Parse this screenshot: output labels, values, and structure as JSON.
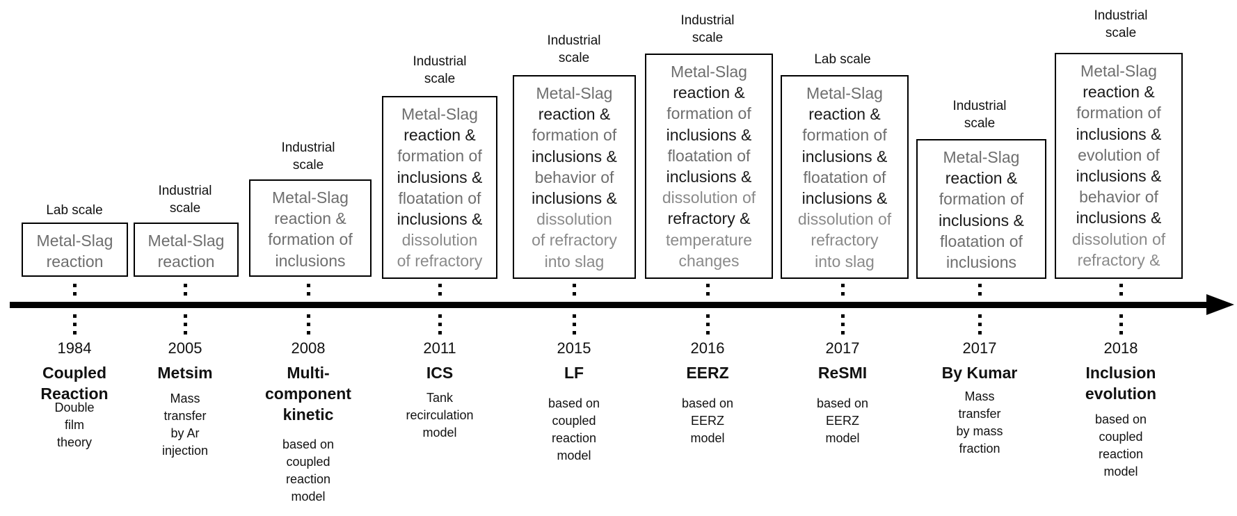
{
  "timeline": [
    {
      "scale": "Lab scale",
      "box": [
        {
          "text": "Metal-Slag",
          "tone": "mid"
        },
        {
          "text": "reaction",
          "tone": "mid"
        }
      ],
      "year": "1984",
      "name": "Coupled\nReaction",
      "desc": "Double\nfilm\ntheory"
    },
    {
      "scale": "Industrial\nscale",
      "box": [
        {
          "text": "Metal-Slag",
          "tone": "mid"
        },
        {
          "text": "reaction",
          "tone": "mid"
        }
      ],
      "year": "2005",
      "name": "Metsim",
      "desc": "Mass\ntransfer\nby Ar\ninjection"
    },
    {
      "scale": "Industrial\nscale",
      "box": [
        {
          "text": "Metal-Slag",
          "tone": "mid"
        },
        {
          "text": "reaction &",
          "tone": "mid"
        },
        {
          "text": "formation of",
          "tone": "mid"
        },
        {
          "text": "inclusions",
          "tone": "mid"
        }
      ],
      "year": "2008",
      "name": "Multi-\ncomponent\nkinetic",
      "desc": "based on\ncoupled\nreaction\nmodel"
    },
    {
      "scale": "Industrial\nscale",
      "box": [
        {
          "text": "Metal-Slag",
          "tone": "mid"
        },
        {
          "text": "reaction &",
          "tone": "dark"
        },
        {
          "text": "formation of",
          "tone": "mid"
        },
        {
          "text": "inclusions &",
          "tone": "dark"
        },
        {
          "text": "floatation of",
          "tone": "mid"
        },
        {
          "text": "inclusions &",
          "tone": "dark"
        },
        {
          "text": "dissolution",
          "tone": "grey"
        },
        {
          "text": "of refractory",
          "tone": "grey"
        }
      ],
      "year": "2011",
      "name": "ICS",
      "desc": "Tank\nrecirculation\nmodel"
    },
    {
      "scale": "Industrial\nscale",
      "box": [
        {
          "text": "Metal-Slag",
          "tone": "mid"
        },
        {
          "text": "reaction &",
          "tone": "dark"
        },
        {
          "text": "formation of",
          "tone": "mid"
        },
        {
          "text": "inclusions &",
          "tone": "dark"
        },
        {
          "text": "behavior of",
          "tone": "mid"
        },
        {
          "text": "inclusions &",
          "tone": "dark"
        },
        {
          "text": "dissolution",
          "tone": "grey"
        },
        {
          "text": "of refractory",
          "tone": "grey"
        },
        {
          "text": "into slag",
          "tone": "grey"
        }
      ],
      "year": "2015",
      "name": "LF",
      "desc": "based on\ncoupled\nreaction\nmodel"
    },
    {
      "scale": "Industrial\nscale",
      "box": [
        {
          "text": "Metal-Slag",
          "tone": "mid"
        },
        {
          "text": "reaction &",
          "tone": "dark"
        },
        {
          "text": "formation of",
          "tone": "mid"
        },
        {
          "text": "inclusions &",
          "tone": "dark"
        },
        {
          "text": "floatation of",
          "tone": "mid"
        },
        {
          "text": "inclusions &",
          "tone": "dark"
        },
        {
          "text": "dissolution of",
          "tone": "grey"
        },
        {
          "text": "refractory &",
          "tone": "dark"
        },
        {
          "text": "temperature",
          "tone": "grey"
        },
        {
          "text": "changes",
          "tone": "grey"
        }
      ],
      "year": "2016",
      "name": "EERZ",
      "desc": "based on\nEERZ\nmodel"
    },
    {
      "scale": "Lab scale",
      "box": [
        {
          "text": "Metal-Slag",
          "tone": "mid"
        },
        {
          "text": "reaction &",
          "tone": "dark"
        },
        {
          "text": "formation of",
          "tone": "mid"
        },
        {
          "text": "inclusions &",
          "tone": "dark"
        },
        {
          "text": "floatation of",
          "tone": "mid"
        },
        {
          "text": "inclusions &",
          "tone": "dark"
        },
        {
          "text": "dissolution of",
          "tone": "grey"
        },
        {
          "text": "refractory",
          "tone": "grey"
        },
        {
          "text": "into slag",
          "tone": "grey"
        }
      ],
      "year": "2017",
      "name": "ReSMI",
      "desc": "based on\nEERZ\nmodel"
    },
    {
      "scale": "Industrial\nscale",
      "box": [
        {
          "text": "Metal-Slag",
          "tone": "mid"
        },
        {
          "text": "reaction &",
          "tone": "dark"
        },
        {
          "text": "formation of",
          "tone": "mid"
        },
        {
          "text": "inclusions &",
          "tone": "dark"
        },
        {
          "text": "floatation of",
          "tone": "mid"
        },
        {
          "text": "inclusions",
          "tone": "mid"
        }
      ],
      "year": "2017",
      "name": "By Kumar",
      "desc": "Mass\ntransfer\nby mass\nfraction"
    },
    {
      "scale": "Industrial\nscale",
      "box": [
        {
          "text": "Metal-Slag",
          "tone": "mid"
        },
        {
          "text": "reaction &",
          "tone": "dark"
        },
        {
          "text": "formation of",
          "tone": "mid"
        },
        {
          "text": "inclusions &",
          "tone": "dark"
        },
        {
          "text": "evolution of",
          "tone": "mid"
        },
        {
          "text": "inclusions &",
          "tone": "dark"
        },
        {
          "text": "behavior of",
          "tone": "mid"
        },
        {
          "text": "inclusions &",
          "tone": "dark"
        },
        {
          "text": "dissolution of",
          "tone": "grey"
        },
        {
          "text": "refractory &",
          "tone": "grey"
        }
      ],
      "year": "2018",
      "name": "Inclusion\nevolution",
      "desc": "based on\ncoupled\nreaction\nmodel"
    }
  ]
}
